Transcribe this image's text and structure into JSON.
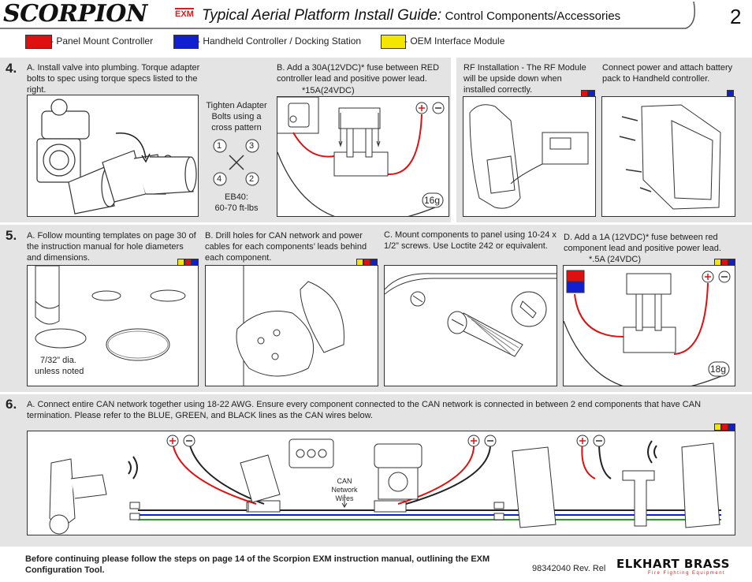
{
  "header": {
    "brand": "SCORPION",
    "brand_sub": "EXM",
    "title_main": "Typical Aerial Platform Install Guide:",
    "title_sub": "Control Components/Accessories",
    "page_number": "2"
  },
  "legend": [
    {
      "color": "#e01010",
      "label": "- Panel Mount Controller"
    },
    {
      "color": "#1020d0",
      "label": "- Handheld Controller / Docking Station"
    },
    {
      "color": "#f5e600",
      "label": "- OEM Interface Module"
    }
  ],
  "step4": {
    "number": "4.",
    "a": "A. Install valve into plumbing. Torque adapter bolts to spec using torque specs listed to the right.",
    "tighten": "Tighten Adapter Bolts using a cross pattern",
    "bolts": [
      "1",
      "3",
      "4",
      "2"
    ],
    "eb40": "EB40:",
    "torque": "60-70 ft-lbs",
    "b": "B. Add a 30A(12VDC)* fuse between RED controller lead and positive power lead.",
    "b_note": "*15A(24VDC)",
    "wire_gauge_b": "16g",
    "rf": "RF Installation - The RF Module will be upside down when installed correctly.",
    "connect": "Connect power and attach battery pack to Handheld controller."
  },
  "step5": {
    "number": "5.",
    "a": "A. Follow mounting templates on page 30 of the instruction manual for hole diameters and dimensions.",
    "dia": "7/32” dia.",
    "dia2": "unless noted",
    "b": "B. Drill holes for CAN network and power cables for each components’ leads behind each component.",
    "c": "C. Mount components to panel using 10-24 x 1/2” screws. Use Loctite 242 or equivalent.",
    "d": "D. Add a 1A (12VDC)* fuse between red component lead and positive power lead.",
    "d_note": "*.5A (24VDC)",
    "wire_gauge_d": "18g"
  },
  "step6": {
    "number": "6.",
    "a": "A. Connect entire CAN network together using 18-22 AWG. Ensure every component connected to the CAN network is connected in between 2 end components that have CAN termination. Please refer to the BLUE, GREEN, and BLACK lines as the CAN wires below.",
    "can_label_1": "CAN",
    "can_label_2": "Network",
    "can_label_3": "Wires"
  },
  "footer": {
    "note": "Before continuing please follow the steps on page 14 of the Scorpion EXM instruction manual, outlining the EXM Configuration Tool.",
    "doc_number": "98342040 Rev. Rel",
    "logo_main": "ELKHART BRASS",
    "logo_sub": "Fire Fighting Equipment"
  },
  "colors": {
    "red": "#e01010",
    "blue": "#1020d0",
    "yellow": "#f5e600",
    "green": "#2a9a2a",
    "gray_band": "#e4e4e4"
  }
}
